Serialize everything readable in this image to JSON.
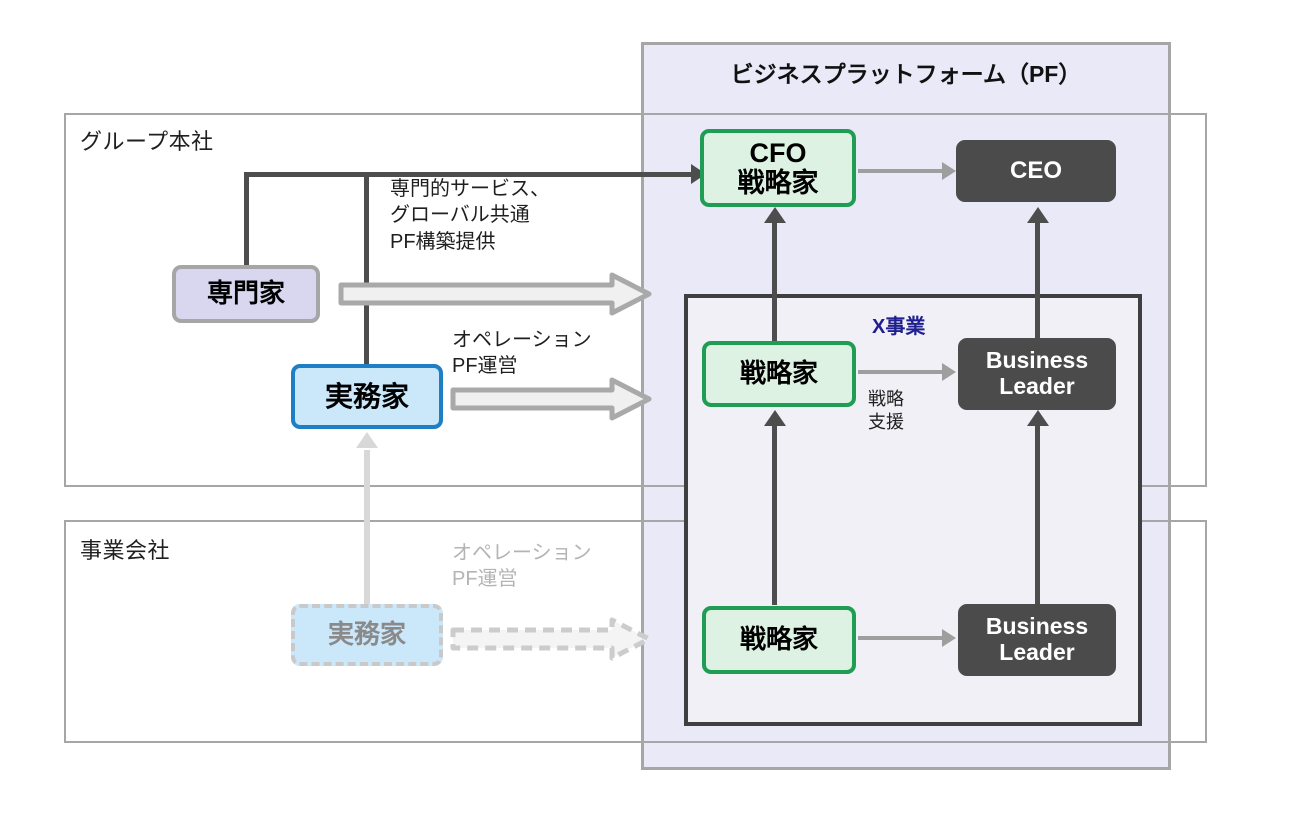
{
  "diagram": {
    "title": "ビジネスプラットフォーム（PF）",
    "groups": [
      {
        "id": "group-hq",
        "label": "グループ本社"
      },
      {
        "id": "operating-company",
        "label": "事業会社"
      }
    ],
    "pf_panel": {
      "title": "ビジネスプラットフォーム（PF）"
    },
    "x_business": {
      "title": "X事業"
    },
    "nodes": [
      {
        "id": "specialist",
        "label": "専門家",
        "style": "purple"
      },
      {
        "id": "practitioner-hq",
        "label": "実務家",
        "style": "blue"
      },
      {
        "id": "practitioner-opco",
        "label": "実務家",
        "style": "ghost"
      },
      {
        "id": "cfo-strategist",
        "label": "CFO\n戦略家",
        "style": "green"
      },
      {
        "id": "ceo",
        "label": "CEO",
        "style": "dark"
      },
      {
        "id": "strategist-x",
        "label": "戦略家",
        "style": "green"
      },
      {
        "id": "business-leader-x",
        "label": "Business\nLeader",
        "style": "dark"
      },
      {
        "id": "strategist-lower",
        "label": "戦略家",
        "style": "green"
      },
      {
        "id": "business-leader-lower",
        "label": "Business\nLeader",
        "style": "dark"
      }
    ],
    "edge_labels": [
      {
        "id": "pro-service",
        "text": "専門的サービス、\nグローバル共通\nPF構築提供"
      },
      {
        "id": "ops-pf-hq",
        "text": "オペレーション\nPF運営"
      },
      {
        "id": "ops-pf-opco",
        "text": "オペレーション\nPF運営"
      },
      {
        "id": "strategy-support",
        "text": "戦略\n支援"
      }
    ],
    "colors": {
      "pf_panel_bg": "#e9e9f7",
      "x_business_border": "#3f3f3f",
      "green_border": "#1f9d55",
      "green_fill": "#ddf2e3",
      "dark_fill": "#4b4b4b",
      "blue_border": "#1f7fc4",
      "blue_fill": "#cbe8fb",
      "purple_fill": "#d9d7f0",
      "frame_border": "#a6a6a6",
      "x_business_title": "#1f1f8f",
      "muted": "#b4b4b4"
    }
  }
}
